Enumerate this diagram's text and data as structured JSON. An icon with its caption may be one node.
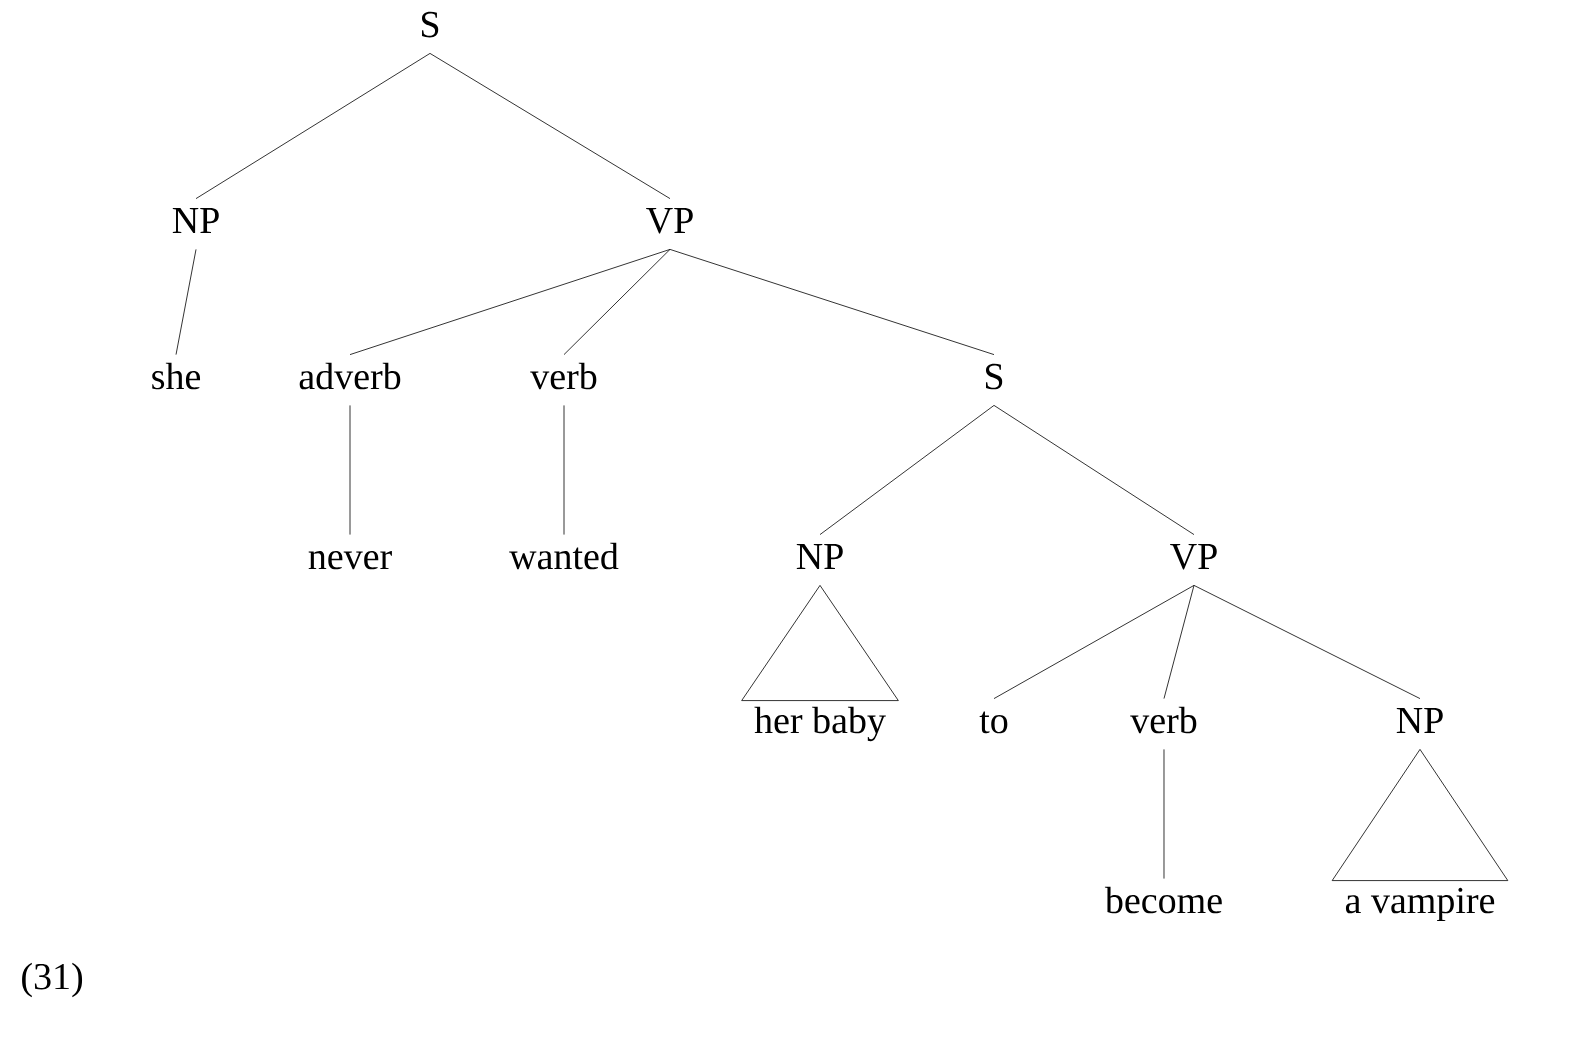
{
  "diagram": {
    "nodes": [
      {
        "text": [
          "S"
        ]
      },
      {
        "text": [
          "NP"
        ]
      },
      {
        "text": [
          "VP"
        ]
      },
      {
        "text": [
          "she"
        ]
      },
      {
        "text": [
          "adverb"
        ]
      },
      {
        "text": [
          "verb"
        ]
      },
      {
        "text": [
          "S"
        ]
      },
      {
        "text": [
          "never"
        ]
      },
      {
        "text": [
          "wanted"
        ]
      },
      {
        "text": [
          "NP"
        ]
      },
      {
        "text": [
          "VP"
        ]
      },
      {
        "text": [
          "her baby"
        ]
      },
      {
        "text": [
          "to"
        ]
      },
      {
        "text": [
          "verb"
        ]
      },
      {
        "text": [
          "NP"
        ]
      },
      {
        "text": [
          "become"
        ]
      },
      {
        "text": [
          "a vampire"
        ]
      }
    ],
    "edges": [
      {
        "from": 0,
        "to": 1,
        "arrow": "none"
      },
      {
        "from": 0,
        "to": 2,
        "arrow": "none"
      },
      {
        "from": 1,
        "to": 3,
        "arrow": "none"
      },
      {
        "from": 2,
        "to": 4,
        "arrow": "none"
      },
      {
        "from": 2,
        "to": 5,
        "arrow": "none"
      },
      {
        "from": 2,
        "to": 6,
        "arrow": "none"
      },
      {
        "from": 4,
        "to": 7,
        "arrow": "none"
      },
      {
        "from": 5,
        "to": 8,
        "arrow": "none"
      },
      {
        "from": 6,
        "to": 9,
        "arrow": "none"
      },
      {
        "from": 6,
        "to": 10,
        "arrow": "none"
      },
      {
        "from": 9,
        "to": 11,
        "arrow": "none"
      },
      {
        "from": 10,
        "to": 12,
        "arrow": "none"
      },
      {
        "from": 10,
        "to": 13,
        "arrow": "none"
      },
      {
        "from": 10,
        "to": 14,
        "arrow": "none"
      },
      {
        "from": 13,
        "to": 15,
        "arrow": "none"
      },
      {
        "from": 14,
        "to": 16,
        "arrow": "none"
      }
    ],
    "labels": [
      "(31)"
    ]
  }
}
